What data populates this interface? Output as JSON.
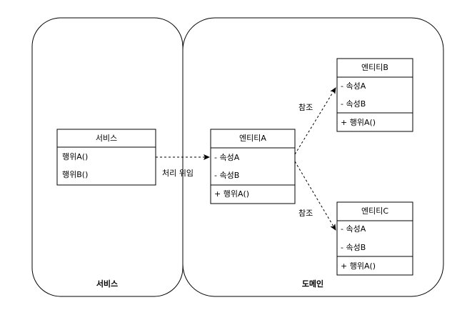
{
  "regions": {
    "service": {
      "label": "서비스"
    },
    "domain": {
      "label": "도메인"
    }
  },
  "classes": {
    "service": {
      "name": "서비스",
      "members": [
        "행위A()",
        "행위B()"
      ]
    },
    "entityA": {
      "name": "엔티티A",
      "attributes": [
        "- 속성A",
        "- 속성B"
      ],
      "methods": [
        "+ 행위A()"
      ]
    },
    "entityB": {
      "name": "엔티티B",
      "attributes": [
        "- 속성A",
        "- 속성B"
      ],
      "methods": [
        "+ 행위A()"
      ]
    },
    "entityC": {
      "name": "엔티티C",
      "attributes": [
        "- 속성A",
        "- 속성B"
      ],
      "methods": [
        "+ 행위A()"
      ]
    }
  },
  "edges": {
    "delegation": {
      "label": "처리 위임"
    },
    "refB": {
      "label": "참조"
    },
    "refC": {
      "label": "참조"
    }
  },
  "colors": {
    "stroke": "#000000",
    "background": "#ffffff"
  }
}
